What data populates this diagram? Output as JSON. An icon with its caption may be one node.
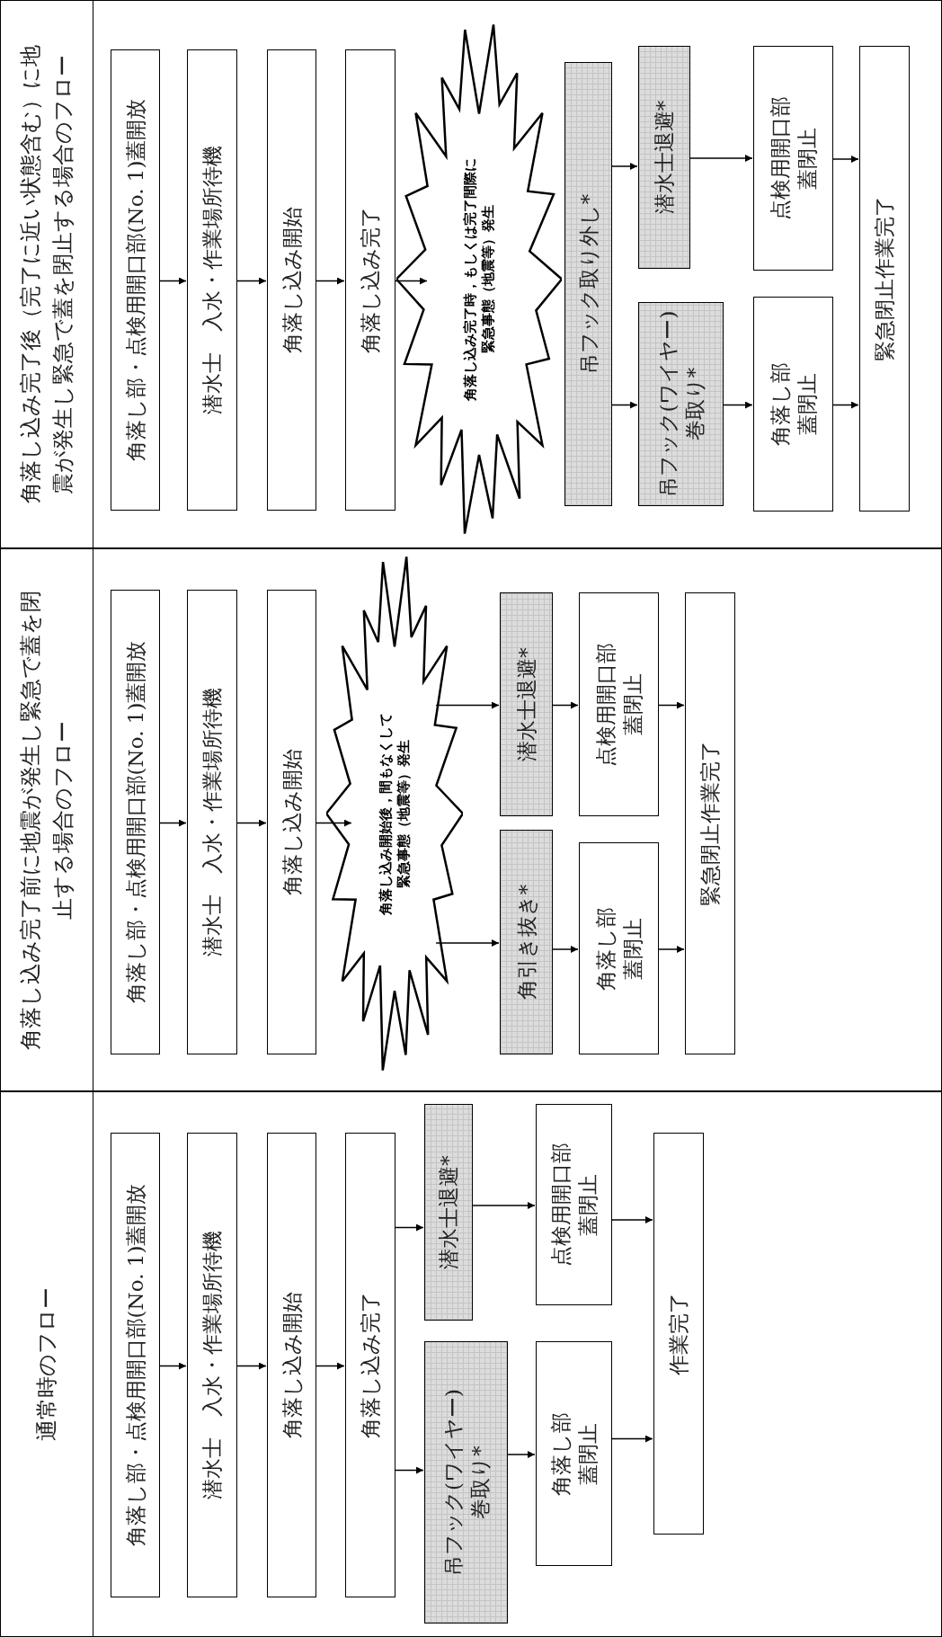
{
  "diagram": {
    "nodes": [
      {
        "text": [
          "通常時のフロー"
        ]
      },
      {
        "text": [
          "角落し部・点検用開口部(No. 1)蓋開放"
        ],
        "in": 0
      },
      {
        "text": [
          "潜水士　入水・作業場所待機"
        ],
        "in": 0
      },
      {
        "text": [
          "角落し込み開始"
        ],
        "in": 0
      },
      {
        "text": [
          "角落し込み完了"
        ],
        "in": 0
      },
      {
        "text": [
          "吊フック(ワイヤー)巻取り*"
        ],
        "in": 0
      },
      {
        "text": [
          "潜水士退避*"
        ],
        "in": 0
      },
      {
        "text": [
          "角落し部蓋閉止"
        ],
        "in": 0
      },
      {
        "text": [
          "点検用開口部蓋閉止"
        ],
        "in": 0
      },
      {
        "text": [
          "作業完了"
        ],
        "in": 0
      },
      {
        "text": [
          "角落し込み完了前に地震が発生し緊急で蓋を閉止する場合のフロー"
        ]
      },
      {
        "text": [
          "角落し部・点検用開口部(No. 1)蓋開放"
        ],
        "in": 10
      },
      {
        "text": [
          "潜水士　入水・作業場所待機"
        ],
        "in": 10
      },
      {
        "text": [
          "角落し込み開始"
        ],
        "in": 10
      },
      {
        "text": [
          "角落し込み開始後，間もなくして緊急事態（地震等）発生"
        ],
        "in": 10
      },
      {
        "text": [
          "角引き抜き*"
        ],
        "in": 10
      },
      {
        "text": [
          "潜水士退避*"
        ],
        "in": 10
      },
      {
        "text": [
          "角落し部蓋閉止"
        ],
        "in": 10
      },
      {
        "text": [
          "点検用開口部蓋閉止"
        ],
        "in": 10
      },
      {
        "text": [
          "緊急閉止作業完了"
        ],
        "in": 10
      },
      {
        "text": [
          "角落し込み完了後（完了に近い状態含む）に地震が発生し緊急で蓋を閉止する場合のフロー"
        ]
      },
      {
        "text": [
          "角落し部・点検用開口部(No. 1)蓋開放"
        ],
        "in": 20
      },
      {
        "text": [
          "潜水士　入水・作業場所待機"
        ],
        "in": 20
      },
      {
        "text": [
          "角落し込み開始"
        ],
        "in": 20
      },
      {
        "text": [
          "角落し込み完了"
        ],
        "in": 20
      },
      {
        "text": [
          "角落し込み完了時，もしくは完了間際に緊急事態（地震等）発生"
        ],
        "in": 20
      },
      {
        "text": [
          "吊フック取り外し*"
        ],
        "in": 20
      },
      {
        "text": [
          "吊フック(ワイヤー)巻取り*"
        ],
        "in": 20
      },
      {
        "text": [
          "潜水士退避*"
        ],
        "in": 20
      },
      {
        "text": [
          "角落し部蓋閉止"
        ],
        "in": 20
      },
      {
        "text": [
          "点検用開口部蓋閉止"
        ],
        "in": 20
      },
      {
        "text": [
          "緊急閉止作業完了"
        ],
        "in": 20
      }
    ],
    "edges": [
      {
        "from": 1,
        "to": 2,
        "arrow": "to"
      },
      {
        "from": 2,
        "to": 3,
        "arrow": "to"
      },
      {
        "from": 3,
        "to": 4,
        "arrow": "to"
      },
      {
        "from": 4,
        "to": 5,
        "arrow": "to"
      },
      {
        "from": 4,
        "to": 6,
        "arrow": "to"
      },
      {
        "from": 5,
        "to": 7,
        "arrow": "to"
      },
      {
        "from": 6,
        "to": 8,
        "arrow": "to"
      },
      {
        "from": 7,
        "to": 9,
        "arrow": "to"
      },
      {
        "from": 8,
        "to": 9,
        "arrow": "to"
      },
      {
        "from": 11,
        "to": 12,
        "arrow": "to"
      },
      {
        "from": 12,
        "to": 13,
        "arrow": "to"
      },
      {
        "from": 13,
        "to": 14,
        "arrow": "to"
      },
      {
        "from": 14,
        "to": 15,
        "arrow": "to"
      },
      {
        "from": 14,
        "to": 16,
        "arrow": "to"
      },
      {
        "from": 15,
        "to": 17,
        "arrow": "to"
      },
      {
        "from": 16,
        "to": 18,
        "arrow": "to"
      },
      {
        "from": 17,
        "to": 19,
        "arrow": "to"
      },
      {
        "from": 18,
        "to": 19,
        "arrow": "to"
      },
      {
        "from": 21,
        "to": 22,
        "arrow": "to"
      },
      {
        "from": 22,
        "to": 23,
        "arrow": "to"
      },
      {
        "from": 23,
        "to": 24,
        "arrow": "to"
      },
      {
        "from": 24,
        "to": 25,
        "arrow": "to"
      },
      {
        "from": 26,
        "to": 27,
        "arrow": "to"
      },
      {
        "from": 26,
        "to": 28,
        "arrow": "to"
      },
      {
        "from": 27,
        "to": 29,
        "arrow": "to"
      },
      {
        "from": 28,
        "to": 30,
        "arrow": "to"
      },
      {
        "from": 29,
        "to": 31,
        "arrow": "to"
      },
      {
        "from": 30,
        "to": 31,
        "arrow": "to"
      }
    ]
  }
}
